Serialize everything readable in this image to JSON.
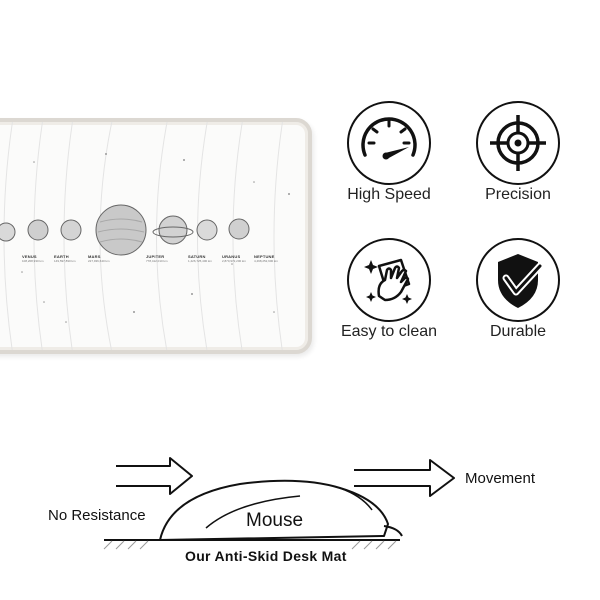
{
  "mat": {
    "planets": [
      {
        "name": "VENUS",
        "sub": "108,208,930 km"
      },
      {
        "name": "EARTH",
        "sub": "149,597,890 km"
      },
      {
        "name": "MARS",
        "sub": "227,936,640 km"
      },
      {
        "name": "JUPITER",
        "sub": "778,412,010 km"
      },
      {
        "name": "SATURN",
        "sub": "1,426,725,400 km"
      },
      {
        "name": "URANUS",
        "sub": "2,870,972,200 km"
      },
      {
        "name": "NEPTUNE",
        "sub": "4,498,252,900 km"
      }
    ]
  },
  "features": [
    {
      "label": "High Speed",
      "icon": "speedometer-icon"
    },
    {
      "label": "Precision",
      "icon": "crosshair-icon"
    },
    {
      "label": "Easy to clean",
      "icon": "cleaning-cloth-icon"
    },
    {
      "label": "Durable",
      "icon": "shield-check-icon"
    }
  ],
  "diagram": {
    "no_resistance": "No Resistance",
    "movement": "Movement",
    "mouse": "Mouse",
    "mat_label": "Our Anti-Skid Desk Mat"
  },
  "colors": {
    "ink": "#111111",
    "mat_border": "#dcd8d2",
    "mat_surface": "#fbfbfa"
  }
}
